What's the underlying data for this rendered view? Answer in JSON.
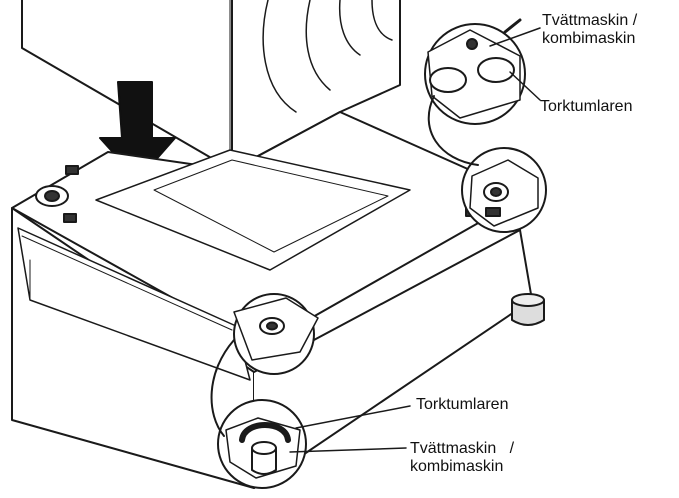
{
  "labels": {
    "top_washer": "Tvättmaskin /\nkombimaskin",
    "top_dryer": "Torktumlaren",
    "bottom_dryer": "Torktumlaren",
    "bottom_washer": "Tvättmaskin   /\nkombimaskin"
  },
  "colors": {
    "line": "#1a1a1a",
    "fill": "#ffffff",
    "arrow": "#111111"
  }
}
